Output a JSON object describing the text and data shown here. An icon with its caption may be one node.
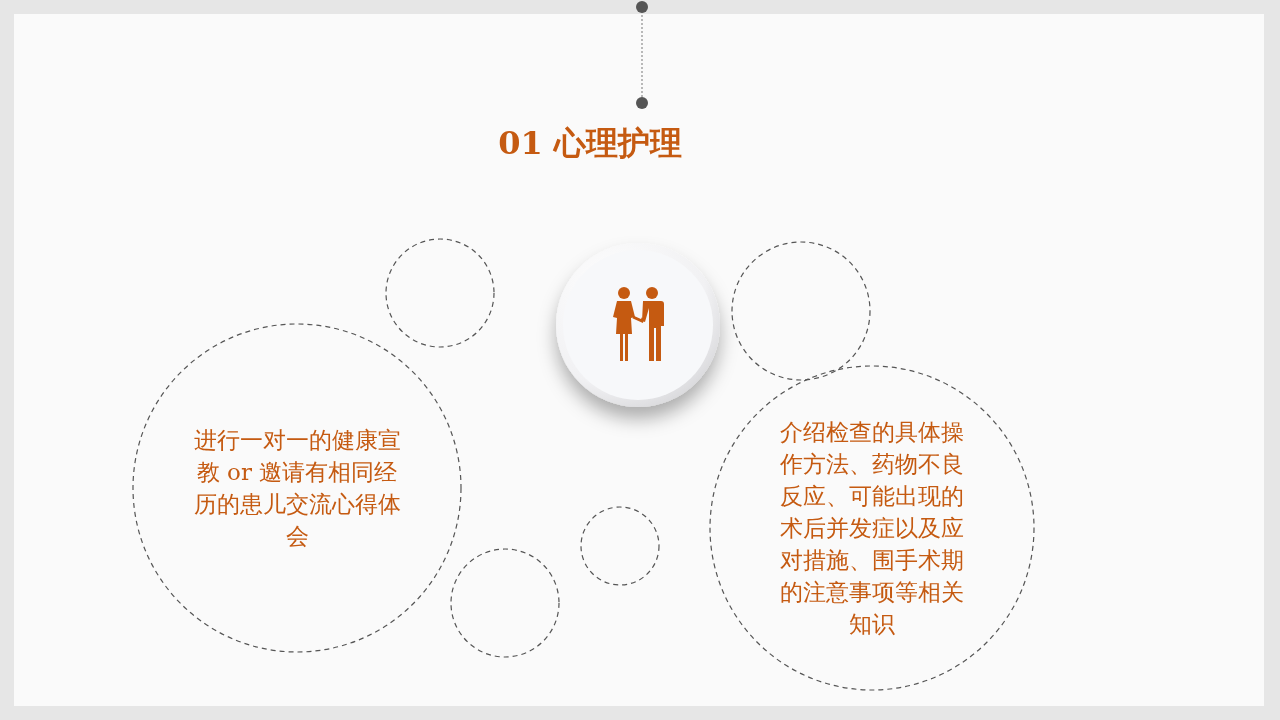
{
  "diagram": {
    "title": "01 心理护理",
    "nodes": [
      {
        "text": [],
        "shape": "circle"
      },
      {
        "text": [],
        "shape": "circle"
      },
      {
        "text": [],
        "shape": "picture"
      },
      {
        "text": [
          "进行一对一的健康宣教 or 邀请有相同经历的患儿交流心得体会"
        ]
      },
      {
        "text": [
          "介绍检查的具体操作方法、药物不良反应、可能出现的术后并发症以及应对措施、围手术期的注意事项等相关知识"
        ]
      },
      {
        "text": [],
        "shape": "circle"
      },
      {
        "text": [],
        "shape": "circle"
      }
    ]
  }
}
